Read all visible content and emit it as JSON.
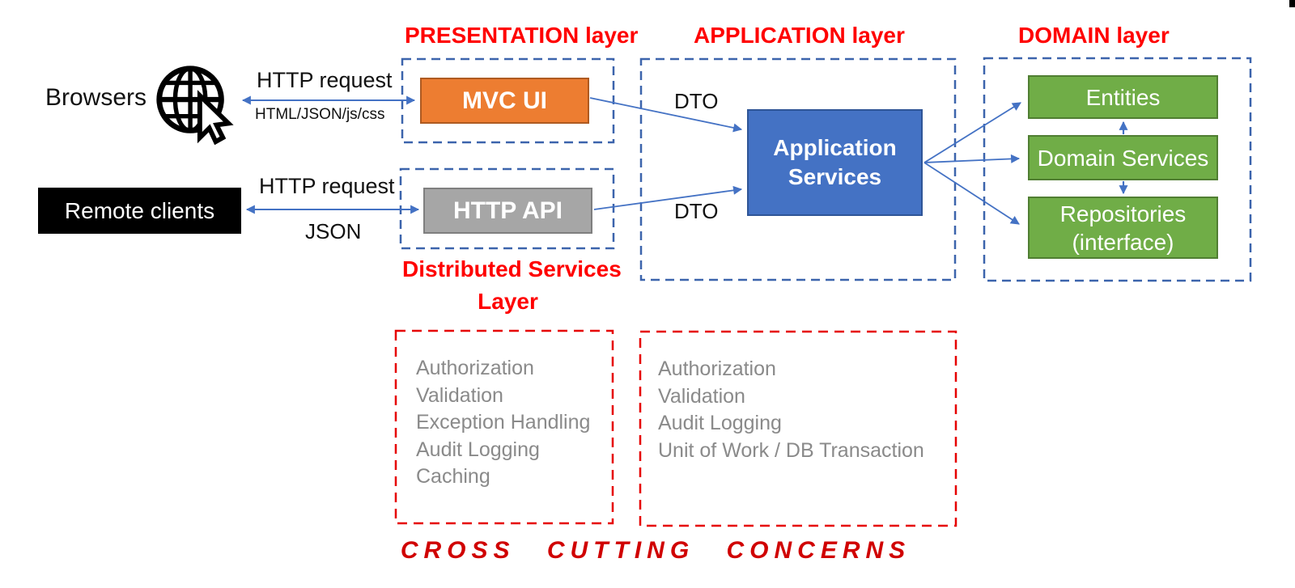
{
  "title_labels": {
    "presentation": "PRESENTATION layer",
    "application": "APPLICATION layer",
    "domain": "DOMAIN layer",
    "distributed_line1": "Distributed Services",
    "distributed_line2": "Layer",
    "cross_cutting": "CROSS CUTTING CONCERNS"
  },
  "clients": {
    "browsers": "Browsers",
    "remote": "Remote clients"
  },
  "edges": {
    "browser_request": "HTTP request",
    "browser_response": "HTML/JSON/js/css",
    "remote_request": "HTTP request",
    "remote_response": "JSON",
    "dto_top": "DTO",
    "dto_bottom": "DTO"
  },
  "nodes": {
    "mvc_ui": "MVC UI",
    "http_api": "HTTP API",
    "app_services_line1": "Application",
    "app_services_line2": "Services",
    "entities": "Entities",
    "domain_services": "Domain Services",
    "repositories_line1": "Repositories",
    "repositories_line2": "(interface)"
  },
  "cross_cutting": {
    "presentation_items": [
      "Authorization",
      "Validation",
      "Exception Handling",
      "Audit Logging",
      "Caching"
    ],
    "application_items": [
      "Authorization",
      "Validation",
      "Audit Logging",
      "Unit of Work / DB Transaction"
    ]
  },
  "icons": {
    "globe": "globe-pointer-icon"
  },
  "colors": {
    "arrow_blue": "#4472C4",
    "dashed_blue": "#3C64AC",
    "dashed_red": "#E60000",
    "box_orange": "#ED7D31",
    "box_gray": "#A6A6A6",
    "box_blue": "#4472C4",
    "box_green": "#70AD47",
    "label_red": "#FF0000",
    "cross_cutting_red": "#D00000",
    "muted_text": "#8A8A8A",
    "client_black": "#000000"
  }
}
